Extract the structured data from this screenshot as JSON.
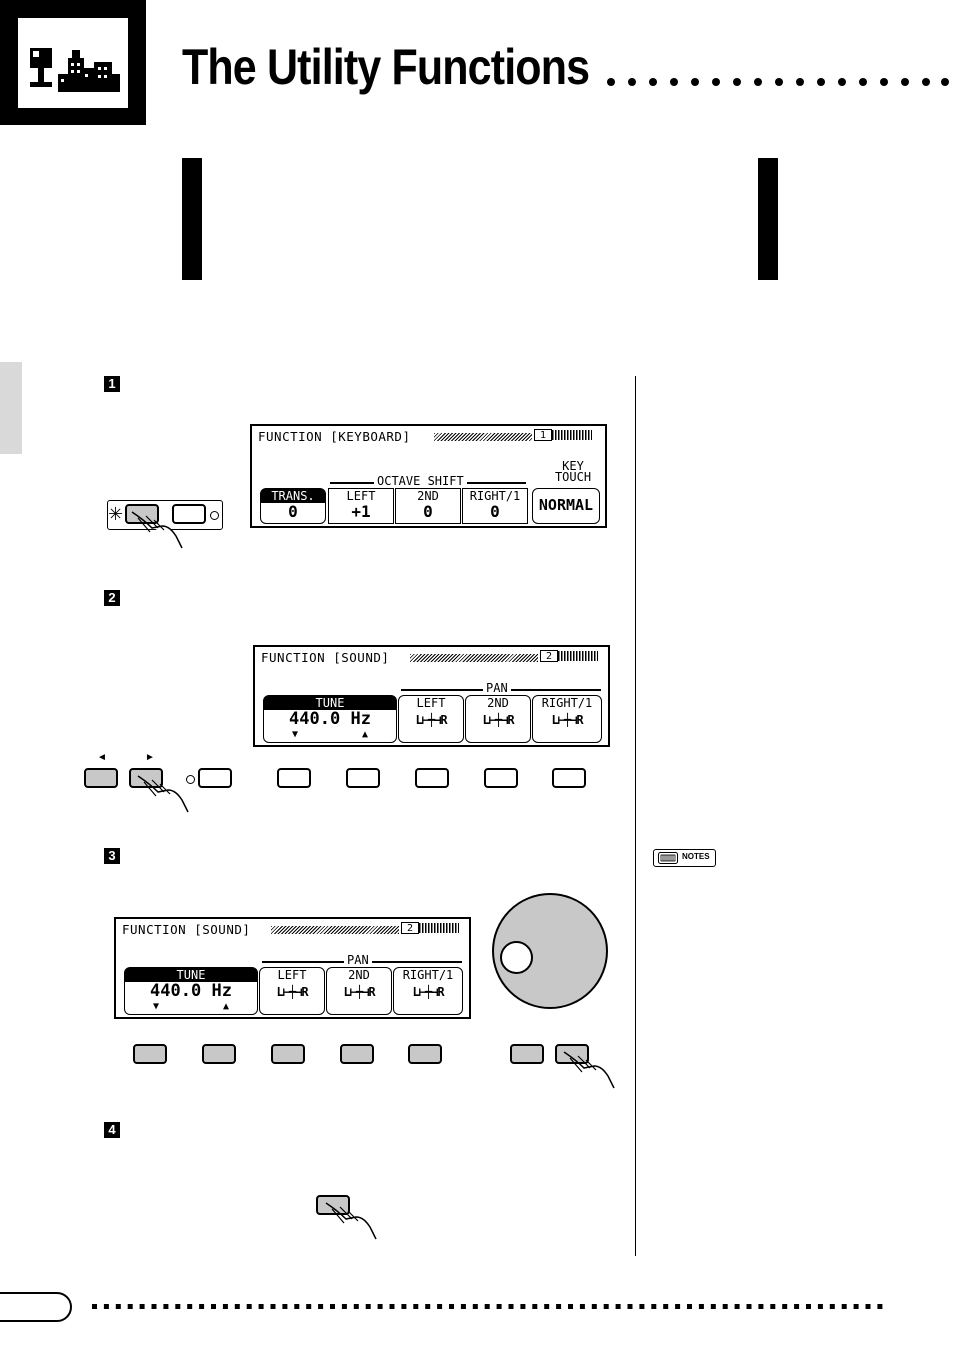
{
  "header": {
    "title": "The Utility Functions",
    "icon": "city-skyline-icon"
  },
  "steps": [
    "1",
    "2",
    "3",
    "4"
  ],
  "lcd_keyboard": {
    "title": "FUNCTION [KEYBOARD]",
    "page": "1",
    "trans_label": "TRANS.",
    "trans_value": "0",
    "octave_shift_label": "OCTAVE SHIFT",
    "left_label": "LEFT",
    "left_value": "+1",
    "second_label": "2ND",
    "second_value": "0",
    "right_label": "RIGHT/1",
    "right_value": "0",
    "key_touch_label_1": "KEY",
    "key_touch_label_2": "TOUCH",
    "key_touch_value": "NORMAL"
  },
  "lcd_sound": {
    "title": "FUNCTION [SOUND]",
    "page": "2",
    "tune_label": "TUNE",
    "tune_value": "440.0 Hz",
    "pan_label": "PAN",
    "left_label": "LEFT",
    "second_label": "2ND",
    "right_label": "RIGHT/1",
    "pan_scale": "L⊢┿⊣R",
    "arrow_down": "▼",
    "arrow_up": "▲"
  },
  "nav_arrows": {
    "left": "◄",
    "right": "►"
  },
  "notes_badge": "NOTES"
}
